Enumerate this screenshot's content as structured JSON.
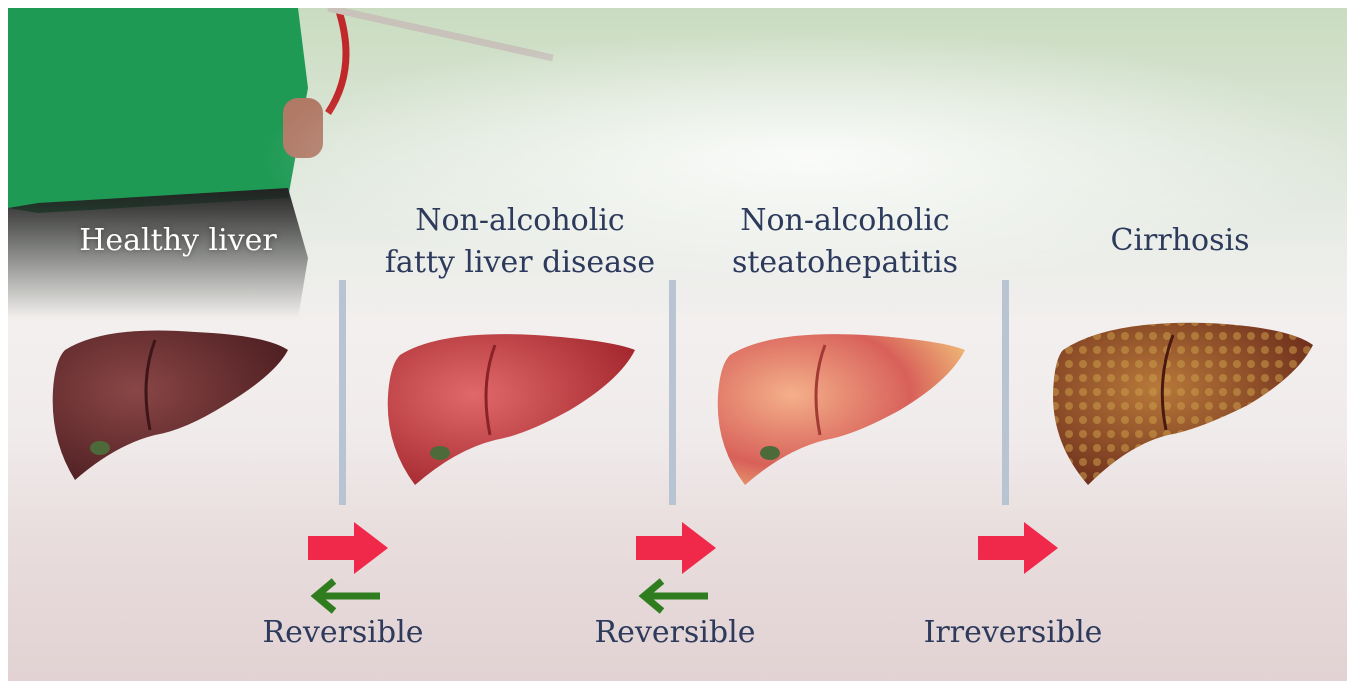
{
  "stages": [
    {
      "label": "Healthy liver",
      "color": "#6b2f2f"
    },
    {
      "label_line1": "Non-alcoholic",
      "label_line2": "fatty liver disease",
      "color": "#c9474b"
    },
    {
      "label_line1": "Non-alcoholic",
      "label_line2": "steatohepatitis",
      "color": "#e2876a"
    },
    {
      "label": "Cirrhosis",
      "color": "#8c4a22"
    }
  ],
  "transitions": [
    {
      "label": "Reversible",
      "forward_color": "#f0284a",
      "back_color": "#2f7d1f"
    },
    {
      "label": "Reversible",
      "forward_color": "#f0284a",
      "back_color": "#2f7d1f"
    },
    {
      "label": "Irreversible",
      "forward_color": "#f0284a"
    }
  ]
}
